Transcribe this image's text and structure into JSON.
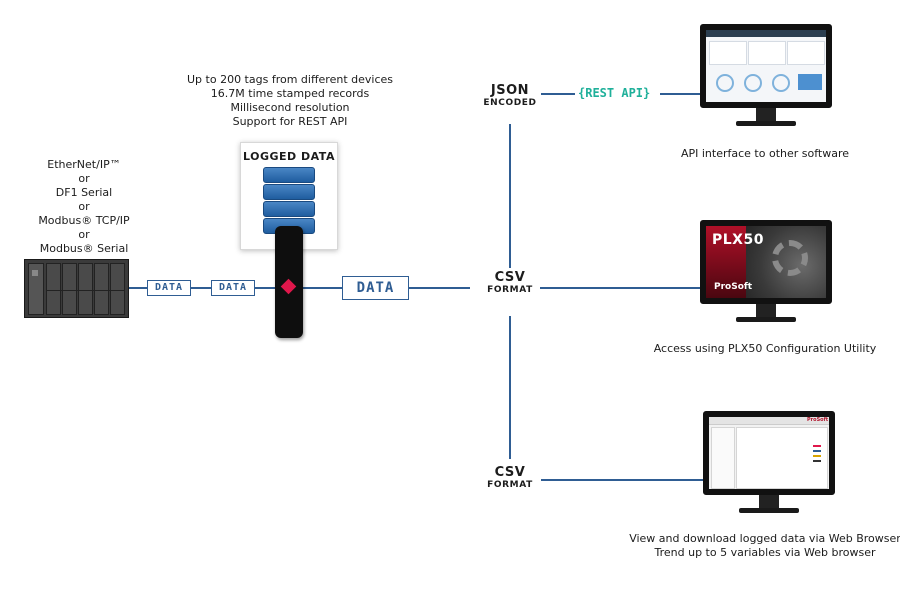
{
  "protocols": {
    "line1": "EtherNet/IP™",
    "or1": "or",
    "line2": "DF1 Serial",
    "or2": "or",
    "line3": "Modbus® TCP/IP",
    "or3": "or",
    "line4": "Modbus® Serial"
  },
  "features": {
    "line1": "Up to 200 tags from different devices",
    "line2": "16.7M time stamped records",
    "line3": "Millisecond resolution",
    "line4": "Support for REST API"
  },
  "logged_data": {
    "title": "LOGGED DATA"
  },
  "data_labels": {
    "small1": "DATA",
    "small2": "DATA",
    "large": "DATA"
  },
  "json": {
    "title": "JSON",
    "subtitle": "ENCODED",
    "rest_api": "{REST API}"
  },
  "csv1": {
    "title": "CSV",
    "subtitle": "FORMAT"
  },
  "csv2": {
    "title": "CSV",
    "subtitle": "FORMAT"
  },
  "captions": {
    "api": "API interface to other software",
    "plx50": "Access using PLX50 Configuration Utility",
    "web1": "View and download logged data via Web Browser",
    "web2": "Trend up to 5 variables via Web browser"
  },
  "splash": {
    "product": "PLX50",
    "brand": "ProSoft"
  },
  "webui": {
    "brand": "ProSoft"
  },
  "colors": {
    "line": "#2f5d93",
    "rest_api": "#1fb09a",
    "diamond": "#e0174b"
  }
}
